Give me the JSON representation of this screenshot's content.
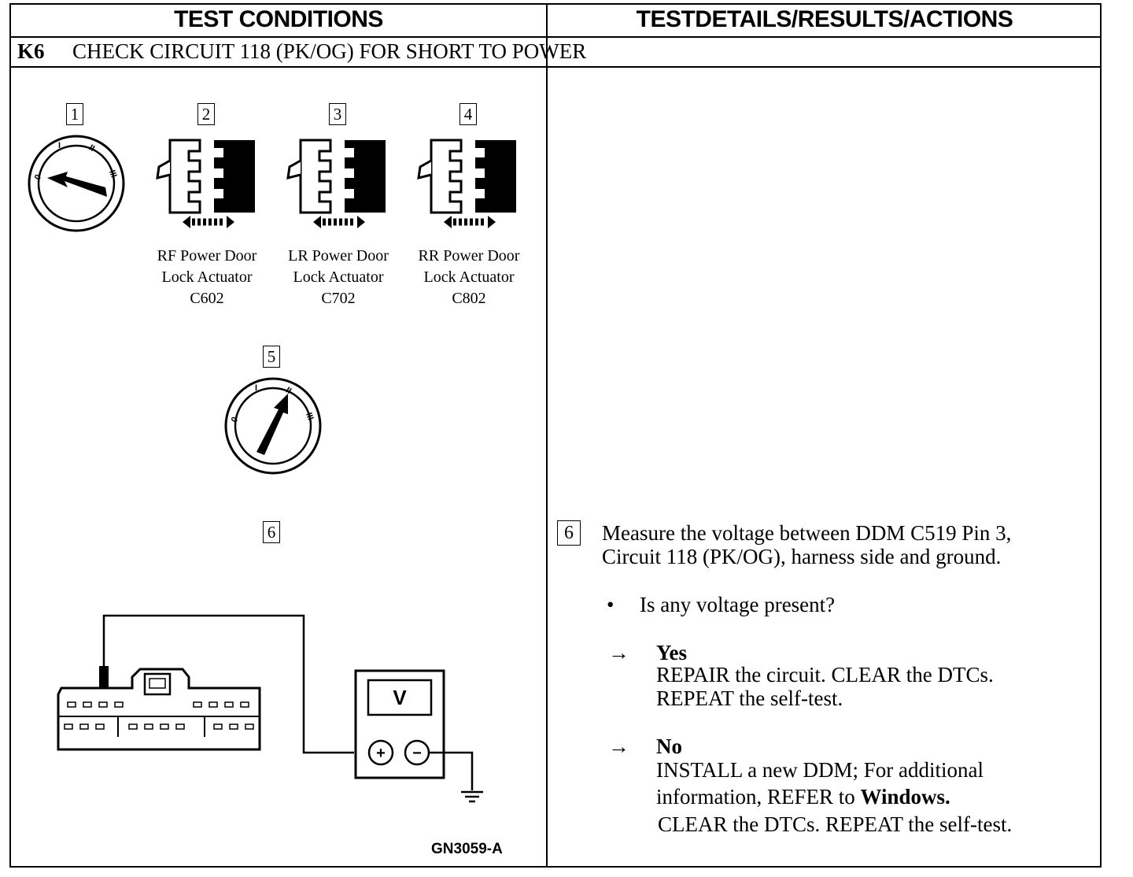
{
  "headers": {
    "left": "TEST CONDITIONS",
    "right": "TESTDETAILS/RESULTS/ACTIONS"
  },
  "step": {
    "id": "K6",
    "title": "CHECK CIRCUIT 118 (PK/OG) FOR SHORT TO POWER"
  },
  "conditions": {
    "numbers": [
      "1",
      "2",
      "3",
      "4",
      "5",
      "6"
    ],
    "ignition_marks": [
      "0",
      "I",
      "II",
      "III"
    ],
    "actuators": [
      {
        "line1": "RF Power Door",
        "line2": "Lock Actuator",
        "connector": "C602"
      },
      {
        "line1": "LR Power Door",
        "line2": "Lock Actuator",
        "connector": "C702"
      },
      {
        "line1": "RR Power Door",
        "line2": "Lock Actuator",
        "connector": "C802"
      }
    ],
    "meter": {
      "display": "V",
      "plus": "+",
      "minus": "−"
    },
    "figure_id": "GN3059-A"
  },
  "details": {
    "step_number": "6",
    "instruction_line1": "Measure the voltage between DDM C519 Pin 3,",
    "instruction_line2": "Circuit 118 (PK/OG), harness side and ground.",
    "bullet": "•",
    "question": "Is any voltage present?",
    "arrow": "→",
    "yes": {
      "label": "Yes",
      "line1": "REPAIR the circuit. CLEAR the DTCs.",
      "line2": "REPEAT the self-test."
    },
    "no": {
      "label": "No",
      "line1": "INSTALL a new DDM;  For additional",
      "line2_prefix": "information,  REFER to ",
      "line2_bold": "Windows.",
      "line3": "CLEAR the DTCs. REPEAT  the self-test."
    }
  }
}
